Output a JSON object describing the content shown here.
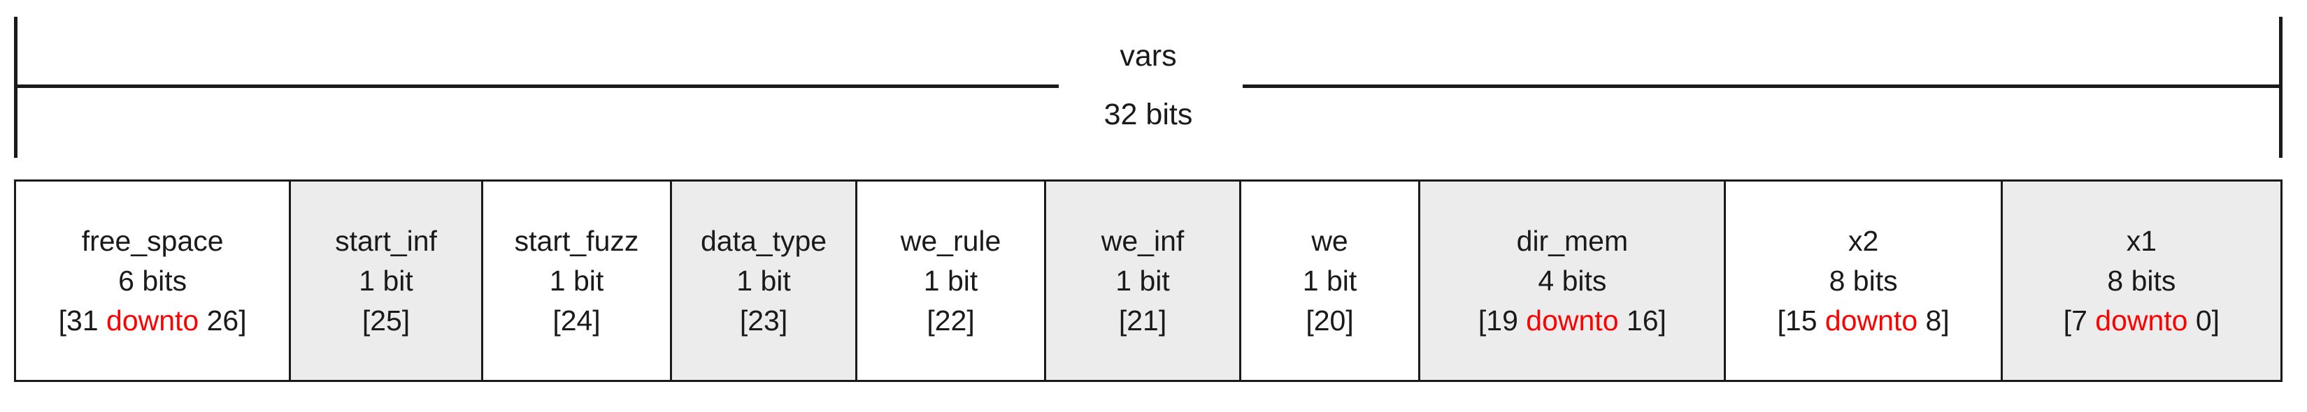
{
  "diagram": {
    "type": "bit-field",
    "span": {
      "name": "vars",
      "width_label": "32 bits",
      "total_bits": 32,
      "msb": 31,
      "lsb": 0
    },
    "keyword": "downto",
    "keyword_color": "#ff0000",
    "border_color": "#1a1a1a",
    "shade_color": "#ececec",
    "fields": [
      {
        "name": "free_space",
        "size_label": "6 bits",
        "bits": 6,
        "range_label": "[31 downto 26]",
        "range_prefix": "[31 ",
        "range_keyword": "downto",
        "range_suffix": " 26]",
        "msb": 31,
        "lsb": 26,
        "shade": "white"
      },
      {
        "name": "start_inf",
        "size_label": "1 bit",
        "bits": 1,
        "range_label": "[25]",
        "range_prefix": "[25]",
        "range_keyword": "",
        "range_suffix": "",
        "msb": 25,
        "lsb": 25,
        "shade": "gray"
      },
      {
        "name": "start_fuzz",
        "size_label": "1 bit",
        "bits": 1,
        "range_label": "[24]",
        "range_prefix": "[24]",
        "range_keyword": "",
        "range_suffix": "",
        "msb": 24,
        "lsb": 24,
        "shade": "white"
      },
      {
        "name": "data_type",
        "size_label": "1 bit",
        "bits": 1,
        "range_label": "[23]",
        "range_prefix": "[23]",
        "range_keyword": "",
        "range_suffix": "",
        "msb": 23,
        "lsb": 23,
        "shade": "gray"
      },
      {
        "name": "we_rule",
        "size_label": "1 bit",
        "bits": 1,
        "range_label": "[22]",
        "range_prefix": "[22]",
        "range_keyword": "",
        "range_suffix": "",
        "msb": 22,
        "lsb": 22,
        "shade": "white"
      },
      {
        "name": "we_inf",
        "size_label": "1 bit",
        "bits": 1,
        "range_label": "[21]",
        "range_prefix": "[21]",
        "range_keyword": "",
        "range_suffix": "",
        "msb": 21,
        "lsb": 21,
        "shade": "gray"
      },
      {
        "name": "we",
        "size_label": "1 bit",
        "bits": 1,
        "range_label": "[20]",
        "range_prefix": "[20]",
        "range_keyword": "",
        "range_suffix": "",
        "msb": 20,
        "lsb": 20,
        "shade": "white"
      },
      {
        "name": "dir_mem",
        "size_label": "4 bits",
        "bits": 4,
        "range_label": "[19 downto 16]",
        "range_prefix": "[19 ",
        "range_keyword": "downto",
        "range_suffix": " 16]",
        "msb": 19,
        "lsb": 16,
        "shade": "gray"
      },
      {
        "name": "x2",
        "size_label": "8 bits",
        "bits": 8,
        "range_label": "[15 downto 8]",
        "range_prefix": "[15 ",
        "range_keyword": "downto",
        "range_suffix": " 8]",
        "msb": 15,
        "lsb": 8,
        "shade": "white"
      },
      {
        "name": "x1",
        "size_label": "8 bits",
        "bits": 8,
        "range_label": "[7 downto 0]",
        "range_prefix": "[7 ",
        "range_keyword": "downto",
        "range_suffix": " 0]",
        "msb": 7,
        "lsb": 0,
        "shade": "gray"
      }
    ]
  }
}
